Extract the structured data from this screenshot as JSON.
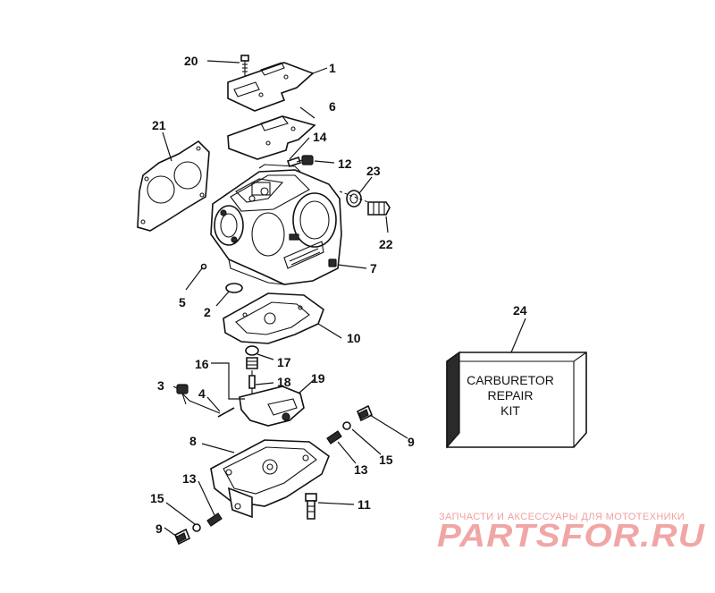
{
  "callouts": [
    {
      "id": "c20",
      "label": "20"
    },
    {
      "id": "c1",
      "label": "1"
    },
    {
      "id": "c21",
      "label": "21"
    },
    {
      "id": "c6a",
      "label": "6"
    },
    {
      "id": "c14",
      "label": "14"
    },
    {
      "id": "c12",
      "label": "12"
    },
    {
      "id": "c23",
      "label": "23"
    },
    {
      "id": "c22",
      "label": "22"
    },
    {
      "id": "c7",
      "label": "7"
    },
    {
      "id": "c5",
      "label": "5"
    },
    {
      "id": "c2",
      "label": "2"
    },
    {
      "id": "c10",
      "label": "10"
    },
    {
      "id": "c16",
      "label": "16"
    },
    {
      "id": "c17",
      "label": "17"
    },
    {
      "id": "c3",
      "label": "3"
    },
    {
      "id": "c18",
      "label": "18"
    },
    {
      "id": "c19",
      "label": "19"
    },
    {
      "id": "c4",
      "label": "4"
    },
    {
      "id": "c8",
      "label": "8"
    },
    {
      "id": "c9a",
      "label": "9"
    },
    {
      "id": "c15a",
      "label": "15"
    },
    {
      "id": "c13a",
      "label": "13"
    },
    {
      "id": "c13b",
      "label": "13"
    },
    {
      "id": "c11",
      "label": "11"
    },
    {
      "id": "c15b",
      "label": "15"
    },
    {
      "id": "c9b",
      "label": "9"
    },
    {
      "id": "c24",
      "label": "24"
    }
  ],
  "repair_kit": {
    "line1": "CARBURETOR",
    "line2": "REPAIR",
    "line3": "KIT"
  },
  "watermark": {
    "caption": "ЗАПЧАСТИ И АКСЕССУАРЫ ДЛЯ МОТОТЕХНИКИ",
    "logo": "PARTSFOR.RU"
  },
  "colors": {
    "line": "#111111",
    "watermark": "#f0a0a0"
  }
}
